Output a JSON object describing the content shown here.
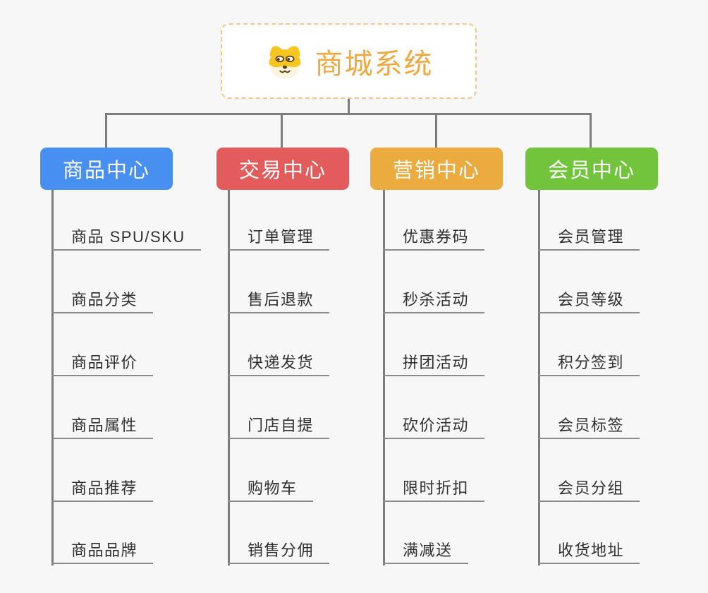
{
  "root": {
    "title": "商城系统",
    "icon": "dog-face-icon"
  },
  "branches": [
    {
      "label": "商品中心",
      "color": "#478ff0",
      "children": [
        "商品 SPU/SKU",
        "商品分类",
        "商品评价",
        "商品属性",
        "商品推荐",
        "商品品牌"
      ]
    },
    {
      "label": "交易中心",
      "color": "#e25c5c",
      "children": [
        "订单管理",
        "售后退款",
        "快递发货",
        "门店自提",
        "购物车",
        "销售分佣"
      ]
    },
    {
      "label": "营销中心",
      "color": "#ecab3e",
      "children": [
        "优惠券码",
        "秒杀活动",
        "拼团活动",
        "砍价活动",
        "限时折扣",
        "满减送"
      ]
    },
    {
      "label": "会员中心",
      "color": "#72c43d",
      "children": [
        "会员管理",
        "会员等级",
        "积分签到",
        "会员标签",
        "会员分组",
        "收货地址"
      ]
    }
  ],
  "colors": {
    "background": "#f7f7f7",
    "connector": "#7d7d7d",
    "leaf_underline": "#8c8c8c",
    "leaf_text": "#2f2f2f",
    "root_text": "#f0a83e",
    "root_border": "#f2c888"
  }
}
